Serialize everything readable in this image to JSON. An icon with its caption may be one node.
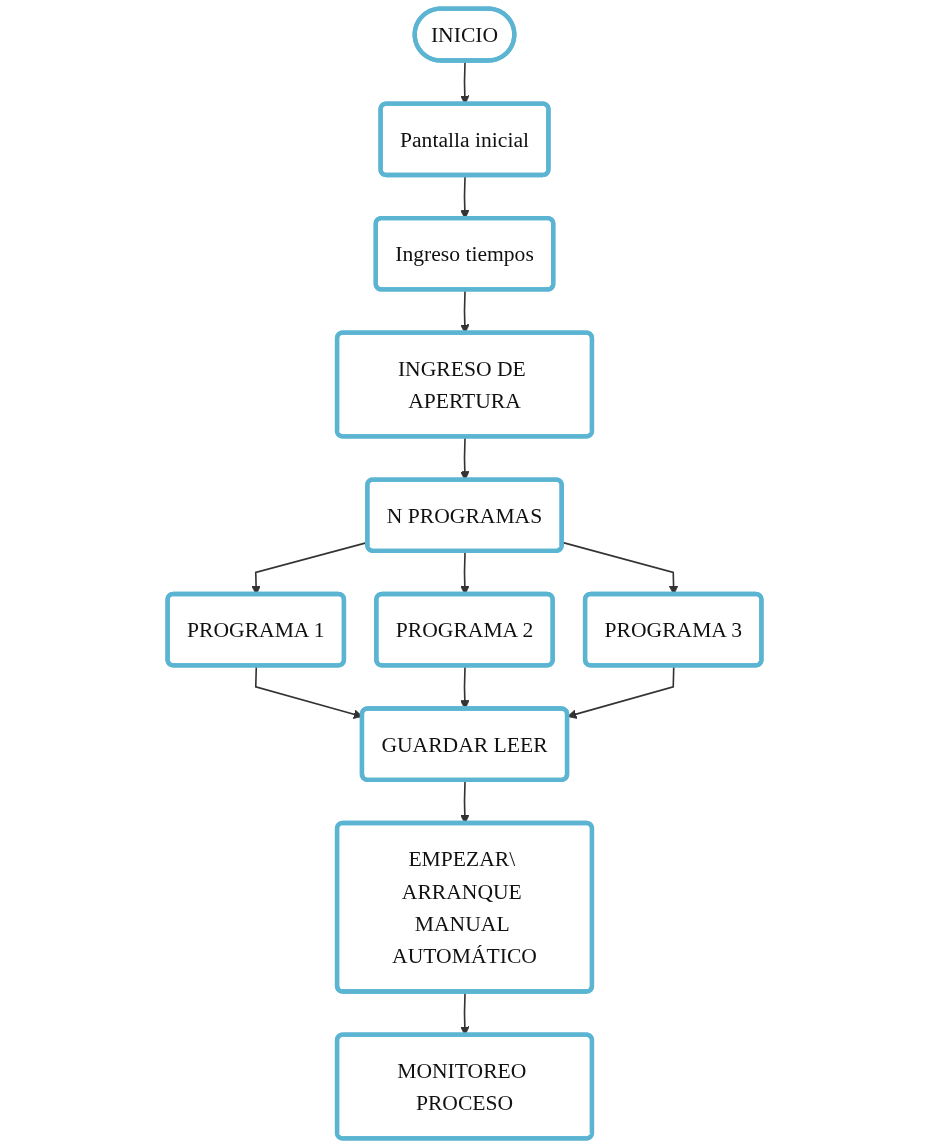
{
  "diagram": {
    "nodes": [
      {
        "text": [
          "INICIO"
        ]
      },
      {
        "text": [
          "Pantalla inicial"
        ]
      },
      {
        "text": [
          "Ingreso tiempos"
        ]
      },
      {
        "text": [
          "INGRESO DE APERTURA"
        ]
      },
      {
        "text": [
          "N PROGRAMAS"
        ]
      },
      {
        "text": [
          "PROGRAMA 1"
        ]
      },
      {
        "text": [
          "PROGRAMA 2"
        ]
      },
      {
        "text": [
          "PROGRAMA 3"
        ]
      },
      {
        "text": [
          "GUARDAR LEER"
        ]
      },
      {
        "text": [
          "EMPEZAR\\ ARRANQUE MANUAL AUTOMÁTICO"
        ]
      },
      {
        "text": [
          "MONITOREO PROCESO"
        ]
      }
    ],
    "edges": [
      {
        "from": 0,
        "to": 1,
        "arrow": "to"
      },
      {
        "from": 1,
        "to": 2,
        "arrow": "to"
      },
      {
        "from": 2,
        "to": 3,
        "arrow": "to"
      },
      {
        "from": 3,
        "to": 4,
        "arrow": "to"
      },
      {
        "from": 4,
        "to": 5,
        "arrow": "to"
      },
      {
        "from": 4,
        "to": 6,
        "arrow": "to"
      },
      {
        "from": 4,
        "to": 7,
        "arrow": "to"
      },
      {
        "from": 5,
        "to": 8,
        "arrow": "to"
      },
      {
        "from": 6,
        "to": 8,
        "arrow": "to"
      },
      {
        "from": 7,
        "to": 8,
        "arrow": "to"
      },
      {
        "from": 8,
        "to": 9,
        "arrow": "to"
      },
      {
        "from": 9,
        "to": 10,
        "arrow": "to"
      }
    ]
  }
}
